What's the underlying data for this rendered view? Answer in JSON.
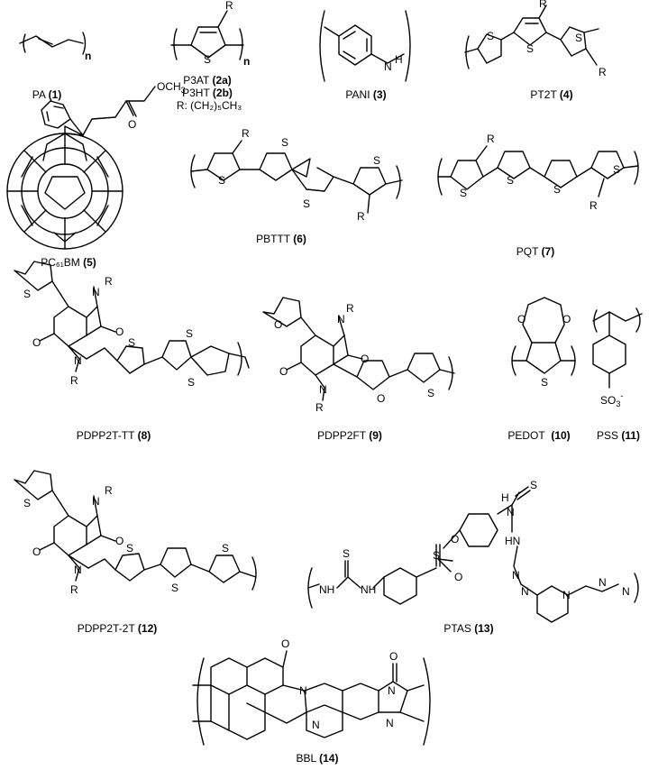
{
  "atoms": {
    "S": "S",
    "N": "N",
    "O": "O",
    "H": "H",
    "R": "R",
    "n": "n",
    "NH": "NH",
    "HN": "HN",
    "H_N": "H",
    "OCH3": "OCH",
    "sub3": "3",
    "SO3": "SO",
    "minus": "-",
    "N_eq": "N"
  },
  "compounds": [
    {
      "name": "PA",
      "number": "(1)"
    },
    {
      "name": "P3AT",
      "number": "(2a)"
    },
    {
      "name": "P3HT",
      "number": "(2b)"
    },
    {
      "name": "R: (CH₂)₅CH₃",
      "number": ""
    },
    {
      "name": "PANI",
      "number": "(3)"
    },
    {
      "name": "PT2T",
      "number": "(4)"
    },
    {
      "name": "PC₆₁BM",
      "number": "(5)"
    },
    {
      "name": "PBTTT",
      "number": "(6)"
    },
    {
      "name": "PQT",
      "number": "(7)"
    },
    {
      "name": "PDPP2T-TT",
      "number": "(8)"
    },
    {
      "name": "PDPP2FT",
      "number": "(9)"
    },
    {
      "name": "PEDOT",
      "number": "(10)"
    },
    {
      "name": "PSS",
      "number": "(11)"
    },
    {
      "name": "PDPP2T-2T",
      "number": "(12)"
    },
    {
      "name": "PTAS",
      "number": "(13)"
    },
    {
      "name": "BBL",
      "number": "(14)"
    }
  ]
}
